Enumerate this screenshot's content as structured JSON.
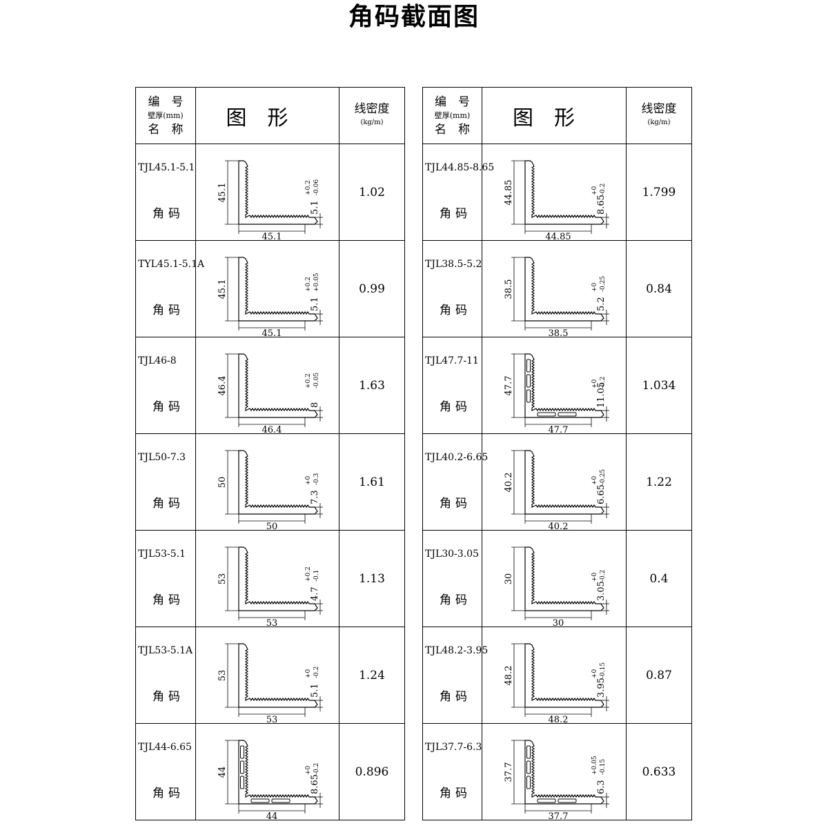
{
  "title": "角码截面图",
  "header": {
    "code_line1": "编　号",
    "code_line2": "壁厚(mm)",
    "code_line3": "名　称",
    "shape": "图形",
    "density": "线密度",
    "density_unit": "(kg/m)"
  },
  "left_rows": [
    {
      "code": "TJL45.1-5.1",
      "name": "角码",
      "size": "45.1",
      "thick": "5.1",
      "tol_up": "+0.2",
      "tol_dn": "-0.06",
      "density": "1.02"
    },
    {
      "code": "TYL45.1-5.1A",
      "name": "角码",
      "size": "45.1",
      "thick": "5.1",
      "tol_up": "+0.2",
      "tol_dn": "+0.05",
      "density": "0.99"
    },
    {
      "code": "TJL46-8",
      "name": "角码",
      "size": "46.4",
      "thick": "8",
      "tol_up": "+0.2",
      "tol_dn": "-0.05",
      "density": "1.63"
    },
    {
      "code": "TJL50-7.3",
      "name": "角码",
      "size": "50",
      "thick": "7.3",
      "tol_up": "+0",
      "tol_dn": "-0.3",
      "density": "1.61"
    },
    {
      "code": "TJL53-5.1",
      "name": "角码",
      "size": "53",
      "thick": "4.7",
      "tol_up": "+0.2",
      "tol_dn": "-0.1",
      "density": "1.13"
    },
    {
      "code": "TJL53-5.1A",
      "name": "角码",
      "size": "53",
      "thick": "5.1",
      "tol_up": "+0",
      "tol_dn": "-0.2",
      "density": "1.24"
    },
    {
      "code": "TJL44-6.65",
      "name": "角码",
      "size": "44",
      "thick": "8.65",
      "tol_up": "+0",
      "tol_dn": "-0.2",
      "density": "0.896"
    }
  ],
  "right_rows": [
    {
      "code": "TJL44.85-8.65",
      "name": "角码",
      "size": "44.85",
      "thick": "8.65",
      "tol_up": "+0",
      "tol_dn": "-0.2",
      "density": "1.799"
    },
    {
      "code": "TJL38.5-5.2",
      "name": "角码",
      "size": "38.5",
      "thick": "5.2",
      "tol_up": "+0",
      "tol_dn": "-0.25",
      "density": "0.84"
    },
    {
      "code": "TJL47.7-11",
      "name": "角码",
      "size": "47.7",
      "thick": "11.05",
      "tol_up": "+0",
      "tol_dn": "-0.2",
      "density": "1.034"
    },
    {
      "code": "TJL40.2-6.65",
      "name": "角码",
      "size": "40.2",
      "thick": "6.65",
      "tol_up": "+0",
      "tol_dn": "-0.25",
      "density": "1.22"
    },
    {
      "code": "TJL30-3.05",
      "name": "角码",
      "size": "30",
      "thick": "3.05",
      "tol_up": "+0",
      "tol_dn": "-0.2",
      "density": "0.4"
    },
    {
      "code": "TJL48.2-3.95",
      "name": "角码",
      "size": "48.2",
      "thick": "3.95",
      "tol_up": "+0",
      "tol_dn": "-0.15",
      "density": "0.87"
    },
    {
      "code": "TJL37.7-6.3",
      "name": "角码",
      "size": "37.7",
      "thick": "6.3",
      "tol_up": "+0.05",
      "tol_dn": "-0.15",
      "density": "0.633"
    }
  ]
}
